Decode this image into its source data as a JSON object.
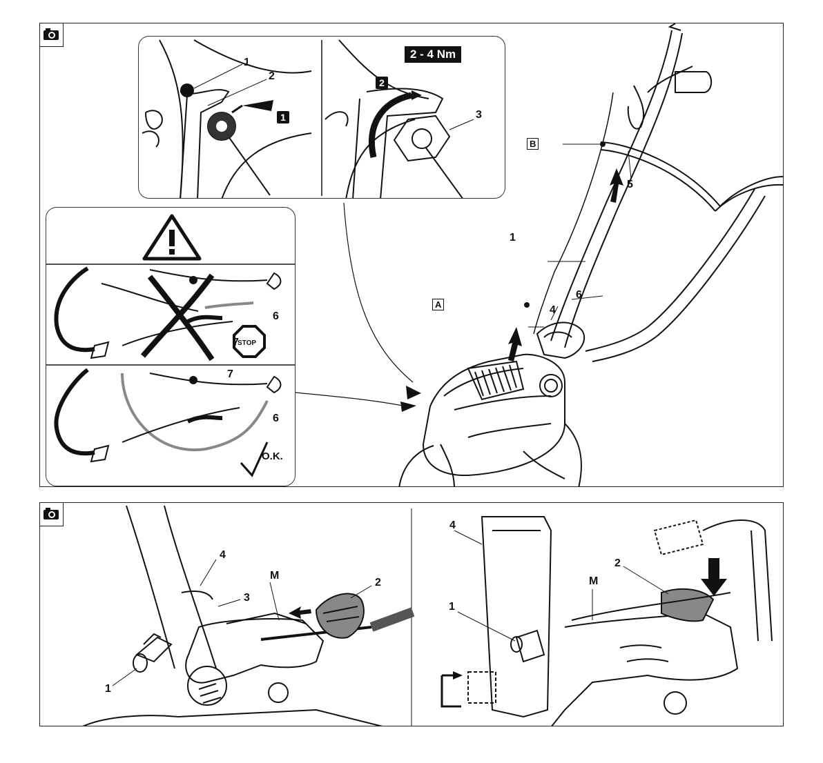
{
  "top_panel": {
    "camera_icon": "camera-icon",
    "inset_left": {
      "labels": [
        "1",
        "2"
      ],
      "step": "1"
    },
    "inset_right": {
      "torque": "2 - 4 Nm",
      "step": "2",
      "label": "3"
    },
    "warning": {
      "warning_icon": "warning-triangle-icon",
      "wrong_labels": [
        "6",
        "7"
      ],
      "stop_sign": "STOP",
      "right_labels": [
        "7",
        "6"
      ],
      "ok_text": "O.K."
    },
    "main_labels": {
      "B": "B",
      "A": "A",
      "n1": "1",
      "n4": "4",
      "n5": "5",
      "n6": "6"
    }
  },
  "bottom_panel": {
    "camera_icon": "camera-icon",
    "left": {
      "n4": "4",
      "M": "M",
      "n3": "3",
      "n2": "2",
      "n1": "1"
    },
    "right": {
      "n4": "4",
      "M": "M",
      "n2": "2",
      "n1": "1"
    }
  }
}
